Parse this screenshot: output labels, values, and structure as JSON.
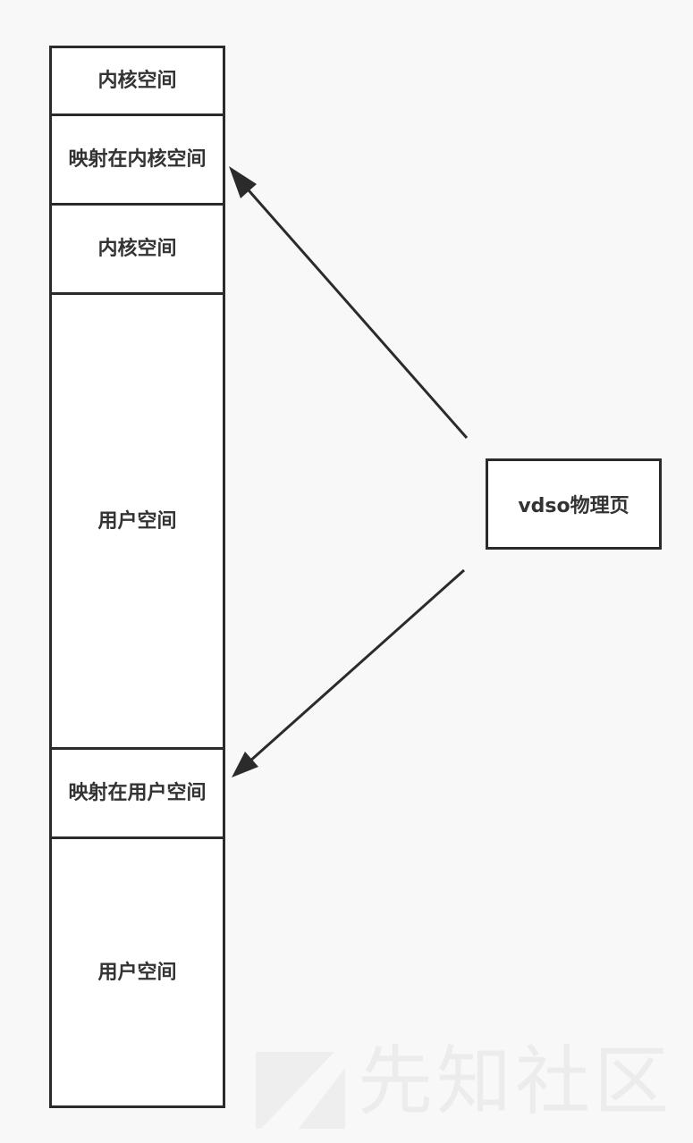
{
  "diagram": {
    "memory_stack": [
      {
        "id": "kernel-space-top",
        "label": "内核空间"
      },
      {
        "id": "mapped-in-kernel",
        "label": "映射在内核空间"
      },
      {
        "id": "kernel-space-middle",
        "label": "内核空间"
      },
      {
        "id": "user-space-upper",
        "label": "用户空间"
      },
      {
        "id": "mapped-in-user",
        "label": "映射在用户空间"
      },
      {
        "id": "user-space-lower",
        "label": "用户空间"
      }
    ],
    "vdso_box": {
      "label": "vdso物理页"
    }
  },
  "watermark": {
    "text": "先知社区"
  },
  "colors": {
    "background": "#f8f8f8",
    "box_fill": "#ffffff",
    "stroke": "#2b2b2b",
    "text": "#333333",
    "watermark": "#ececec"
  }
}
